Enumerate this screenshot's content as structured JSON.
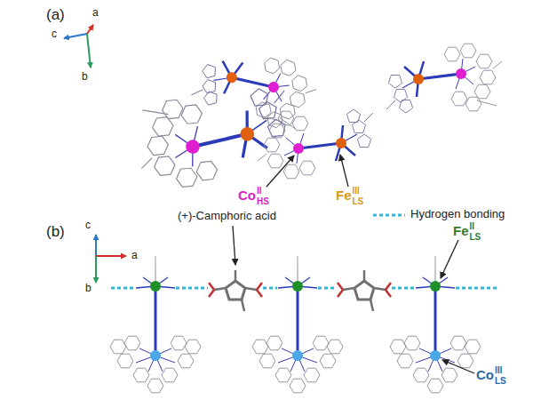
{
  "diagram": {
    "labels": [
      "(a)",
      "a",
      "c",
      "b",
      "Co",
      "II",
      "HS",
      "Fe",
      "III",
      "LS",
      "(b)",
      "c",
      "a",
      "b",
      "(+)-Camphoric acid",
      "Fe",
      "II",
      "LS",
      "Co",
      "III",
      "LS"
    ],
    "legend": [
      {
        "text": "Hydrogen bonding"
      }
    ]
  }
}
